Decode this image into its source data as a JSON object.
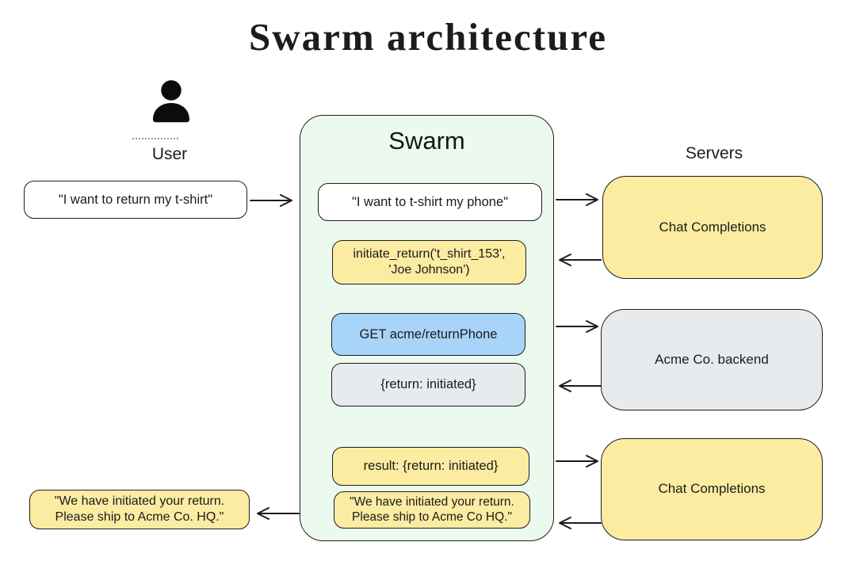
{
  "title": "Swarm architecture",
  "palette": {
    "container_green": "#ecf9ef",
    "box_yellow": "#fbeca2",
    "box_blue": "#a9d4f9",
    "box_gray": "#e8ebee",
    "box_white": "#ffffff",
    "stroke": "#1e1e1e"
  },
  "user": {
    "label": "User",
    "icon": "person-icon",
    "message": "\"I want to return my t-shirt\"",
    "reply": "\"We have initiated your return.\nPlease ship to Acme Co. HQ.\""
  },
  "swarm": {
    "label": "Swarm",
    "input_message": "\"I want to t-shirt my phone\"",
    "tool_call": "initiate_return('t_shirt_153',\n'Joe Johnson')",
    "api_request": "GET acme/returnPhone",
    "api_response": "{return: initiated}",
    "tool_result": "result: {return: initiated}",
    "assistant_reply": "\"We have initiated your return.\nPlease ship to Acme Co HQ.\""
  },
  "servers": {
    "label": "Servers",
    "chat_completions_top": "Chat Completions",
    "acme_backend": "Acme Co. backend",
    "chat_completions_bottom": "Chat Completions"
  }
}
